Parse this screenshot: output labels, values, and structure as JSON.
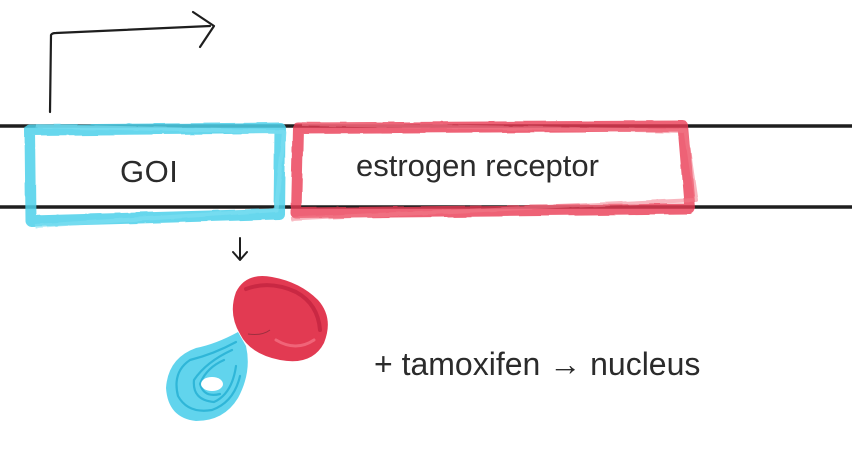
{
  "labels": {
    "gene_of_interest": "GOI",
    "fusion_partner": "estrogen receptor",
    "condition_outcome": "+ tamoxifen → nucleus"
  },
  "colors": {
    "goi_box": "#4dd0ea",
    "er_box": "#ea3c54",
    "lines": "#1e1e1e",
    "text": "#2b2b2b"
  },
  "icons": {
    "promoter": "bent-arrow-icon",
    "expression": "down-arrow-icon",
    "protein": "fusion-protein-blob"
  }
}
